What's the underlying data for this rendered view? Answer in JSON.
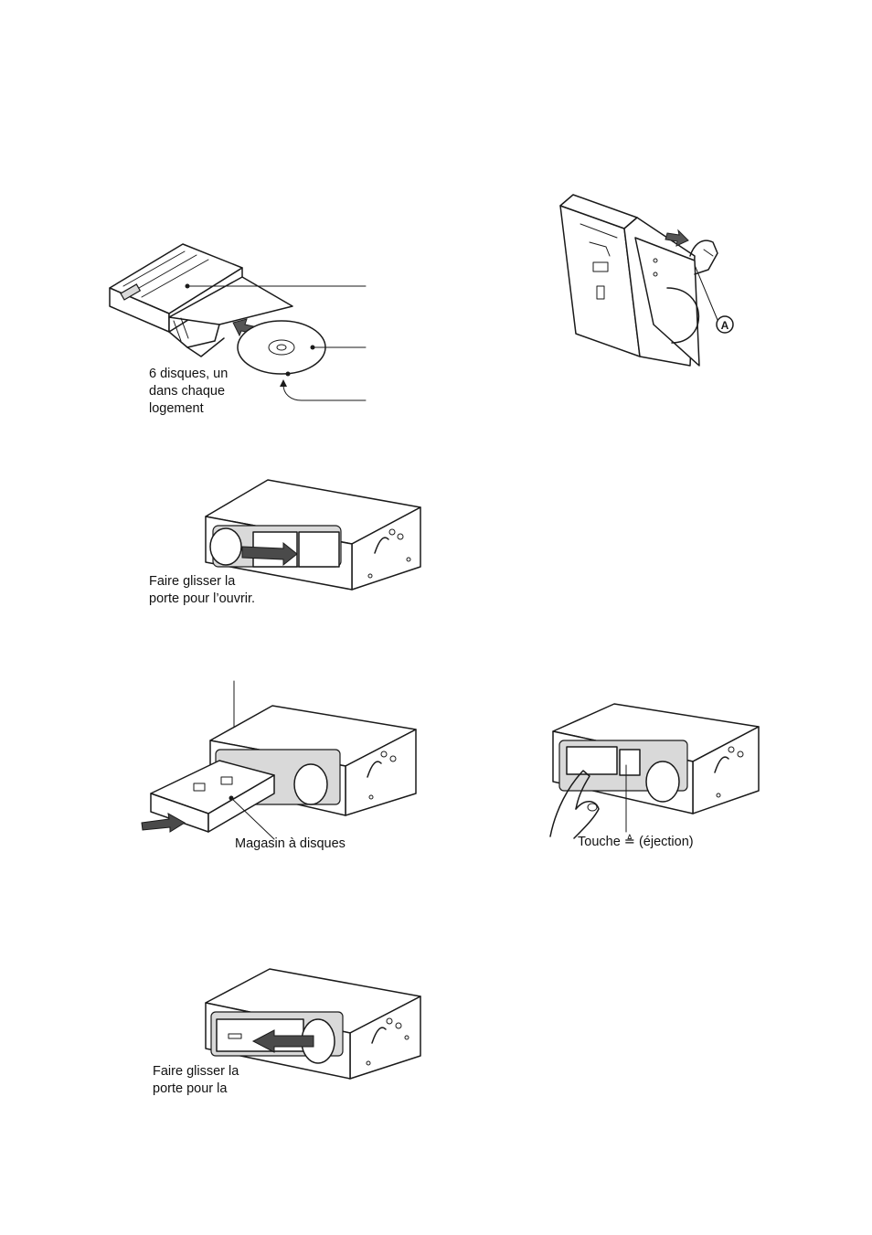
{
  "labels": {
    "six_discs": [
      "6 disques, un",
      "dans chaque",
      "logement"
    ],
    "slide_open": [
      "Faire glisser la",
      "porte pour l’ouvrir."
    ],
    "magazine": "Magasin à disques",
    "eject_button": "Touche ≜ (éjection)",
    "slide_close": [
      "Faire glisser la",
      "porte pour la"
    ],
    "marker_a": "A"
  },
  "colors": {
    "ink": "#1a1a1a",
    "arrow_fill": "#555555",
    "background": "#ffffff"
  }
}
